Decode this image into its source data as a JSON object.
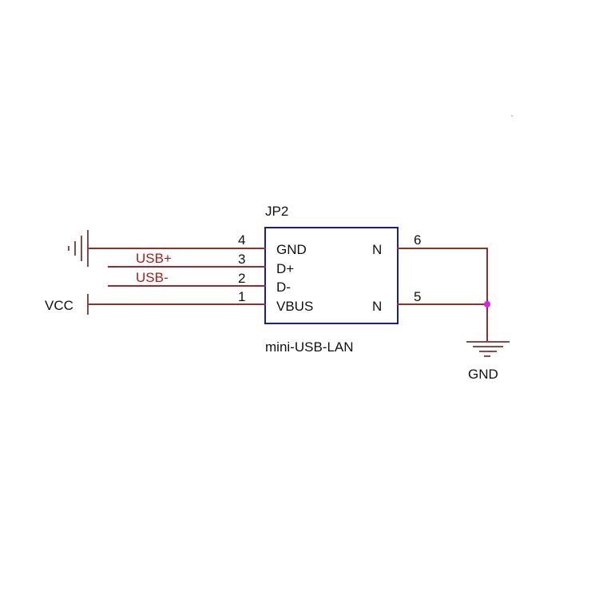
{
  "component": {
    "ref": "JP2",
    "value": "mini-USB-LAN",
    "left_pins": [
      {
        "number": "4",
        "name": "GND"
      },
      {
        "number": "3",
        "name": "D+"
      },
      {
        "number": "2",
        "name": "D-"
      },
      {
        "number": "1",
        "name": "VBUS"
      }
    ],
    "right_pins": [
      {
        "number": "6",
        "name": "N"
      },
      {
        "number": "5",
        "name": "N"
      }
    ]
  },
  "nets": {
    "usb_plus": "USB+",
    "usb_minus": "USB-",
    "vcc": "VCC",
    "gnd": "GND"
  },
  "colors": {
    "wire": "#9b2a2a",
    "chip_outline": "#1a1f8f",
    "net_label": "#b01c1c",
    "junction": "#e020e0"
  },
  "icons": {
    "left_ground": "ground-symbol-icon",
    "right_ground": "ground-symbol-icon",
    "vcc_port": "power-port-icon"
  }
}
